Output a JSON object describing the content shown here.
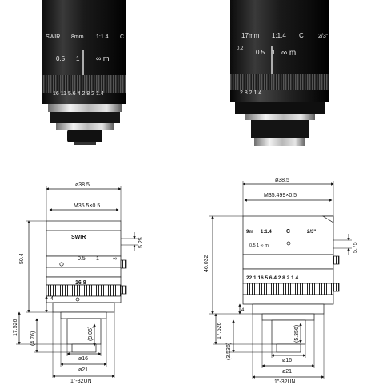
{
  "left_lens": {
    "photo": {
      "brand": "SWIR",
      "focal": "8mm",
      "aperture": "1:1.4",
      "mount": "C",
      "focus_a": "0.5",
      "focus_b": "1",
      "focus_inf": "∞ m",
      "fstops": "16 11 5.6 4  2.8  2  1.4"
    },
    "drawing": {
      "dia_outer": "ø38.5",
      "dia_front": "M35.5×0.5",
      "height": "50.4",
      "flange": "17.526",
      "recess": "(4.76)",
      "dim_4": "4",
      "dim_bottom": "(9.06)",
      "dim_side": "5.25",
      "dia_16": "ø16",
      "dia_21": "ø21",
      "thread": "1\"-32UN",
      "body_brand": "SWIR",
      "body_scale_a": "0.5",
      "body_scale_b": "1",
      "body_scale_c": "∞",
      "body_fstops": "16 8"
    }
  },
  "right_lens": {
    "photo": {
      "focal": "17mm",
      "aperture": "1:1.4",
      "mount": "C",
      "format": "2/3\"",
      "focus_a": "0.5",
      "focus_b": "1",
      "focus_inf": "∞ m",
      "fstops": "2.8  2  1.4",
      "small": "0.2"
    },
    "drawing": {
      "dia_outer": "ø38.5",
      "dia_front": "M35.499×0.5",
      "height": "46.032",
      "flange": "17.526",
      "recess": "(3.536)",
      "dim_4": "4",
      "dim_bottom": "(5.356)",
      "dim_side": "5.75",
      "dia_16": "ø16",
      "dia_21": "ø21",
      "thread": "1\"-32UN",
      "body_focal": "9m",
      "body_aperture": "1:1.4",
      "body_mount": "C",
      "body_format": "2/3\"",
      "body_scale": "0.5  1  ∞  m",
      "body_fstops": "22  1 16  5.6  4    2.8    2  1.4"
    }
  }
}
